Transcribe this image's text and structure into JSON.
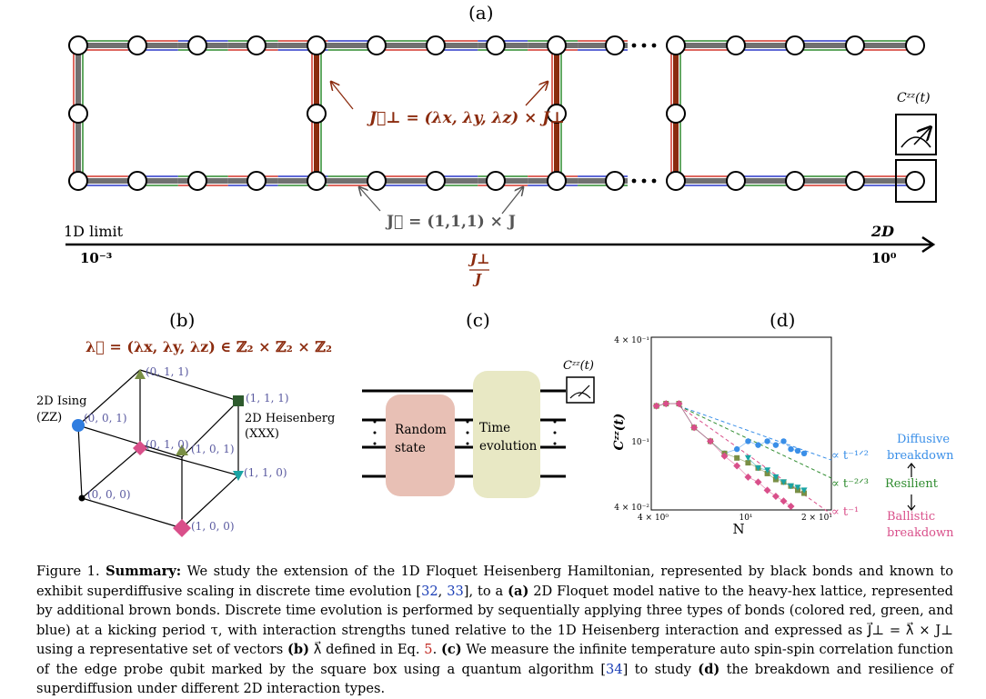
{
  "panel_a": {
    "label": "(a)",
    "j_perp_eq": "J⃗⊥ = (λx, λy, λz) × J⊥",
    "j_eq": "J⃗ = (1,1,1) × J",
    "axis_left_title": "1D limit",
    "axis_left_value": "10⁻³",
    "axis_right_title": "2D",
    "axis_right_value": "10⁰",
    "axis_ratio_num": "J⊥",
    "axis_ratio_den": "J",
    "probe_label": "Cᶻᶻ(t)"
  },
  "panel_b": {
    "label": "(b)",
    "lambda_eq": "λ⃗ = (λx, λy, λz) ∈ ℤ₂ × ℤ₂ × ℤ₂",
    "ising_label_1": "2D Ising",
    "ising_label_2": "(ZZ)",
    "heis_label_1": "2D Heisenberg",
    "heis_label_2": "(XXX)",
    "vertices": {
      "v011": "(0, 1, 1)",
      "v111": "(1, 1, 1)",
      "v001": "(0, 0, 1)",
      "v010": "(0, 1, 0)",
      "v101": "(1, 0, 1)",
      "v110": "(1, 1, 0)",
      "v000": "(0, 0, 0)",
      "v100": "(1, 0, 0)"
    }
  },
  "panel_c": {
    "label": "(c)",
    "random_state_1": "Random",
    "random_state_2": "state",
    "time_evolution_1": "Time",
    "time_evolution_2": "evolution",
    "meter_label": "Cᶻᶻ(t)"
  },
  "panel_d": {
    "label": "(d)",
    "ylabel": "Cᶻᶻ(t)",
    "xlabel": "N",
    "ytick_top": "4 × 10⁻¹",
    "ytick_mid": "10⁻¹",
    "ytick_bot": "4 × 10⁻²",
    "xtick_1": "4 × 10⁰",
    "xtick_2": "10¹",
    "xtick_3": "2 × 10¹",
    "fit_1": "∝ t⁻¹ᐟ²",
    "fit_2": "∝ t⁻²ᐟ³",
    "fit_3": "∝ t⁻¹",
    "diffusive_1": "Diffusive",
    "diffusive_2": "breakdown",
    "resilient": "Resilient",
    "ballistic_1": "Ballistic",
    "ballistic_2": "breakdown",
    "colors": {
      "diffusive": "#3a8fe8",
      "resilient": "#2e8b2e",
      "ballistic": "#d94f8a",
      "green_marker": "#7a8f45",
      "teal_marker": "#1aa3a3"
    }
  },
  "caption": {
    "fig": "Figure 1.",
    "bold_title": "Summary:",
    "t1": "We study the extension of the 1D Floquet Heisenberg Hamiltonian, represented by black bonds and known to exhibit superdiffusive scaling in discrete time evolution [",
    "c1": "32",
    "t2": ", ",
    "c2": "33",
    "t3": "], to a ",
    "ba": "(a)",
    "t4": " 2D Floquet model native to the heavy-hex lattice, represented by additional brown bonds. Discrete time evolution is performed by sequentially applying three types of bonds (colored red, green, and blue) at a kicking period τ, with interaction strengths tuned relative to the 1D Heisenberg interaction and expressed as J⃗⊥ = λ⃗ × J⊥ using a representative set of vectors ",
    "bb": "(b)",
    "t5": " λ⃗ defined in Eq. ",
    "eq": "5",
    "t6": ". ",
    "bc": "(c)",
    "t7": " We measure the infinite temperature auto spin-spin correlation function of the edge probe qubit marked by the square box using a quantum algorithm [",
    "c3": "34",
    "t8": "] to study ",
    "bd": "(d)",
    "t9": " the breakdown and resilience of superdiffusion under different 2D interaction types."
  },
  "chart_data": {
    "type": "scatter",
    "xlabel": "N",
    "ylabel": "Cᶻᶻ(t)",
    "xscale": "log",
    "yscale": "log",
    "xlim": [
      4,
      22
    ],
    "ylim": [
      0.04,
      0.4
    ],
    "series": [
      {
        "name": "Diffusive breakdown",
        "color": "#3a8fe8",
        "marker": "circle",
        "x": [
          4.2,
          4.6,
          5.2,
          6,
          7,
          8,
          9,
          10,
          11,
          12,
          13,
          14,
          15,
          16,
          17
        ],
        "y": [
          0.16,
          0.165,
          0.165,
          0.12,
          0.1,
          0.085,
          0.09,
          0.1,
          0.095,
          0.1,
          0.095,
          0.1,
          0.09,
          0.088,
          0.085
        ]
      },
      {
        "name": "Resilient",
        "color": "#7a8f45",
        "marker": "square",
        "x": [
          4.2,
          4.6,
          5.2,
          6,
          7,
          8,
          9,
          10,
          11,
          12,
          13,
          14,
          15,
          16,
          17
        ],
        "y": [
          0.16,
          0.165,
          0.165,
          0.12,
          0.1,
          0.085,
          0.08,
          0.075,
          0.07,
          0.065,
          0.06,
          0.058,
          0.055,
          0.052,
          0.05
        ]
      },
      {
        "name": "Resilient (1,1,0)",
        "color": "#1aa3a3",
        "marker": "triangle-down",
        "x": [
          10,
          11,
          12,
          13,
          14,
          15,
          16,
          17
        ],
        "y": [
          0.08,
          0.07,
          0.068,
          0.062,
          0.058,
          0.055,
          0.054,
          0.052
        ]
      },
      {
        "name": "Ballistic breakdown",
        "color": "#d94f8a",
        "marker": "diamond",
        "x": [
          4.2,
          4.6,
          5.2,
          6,
          7,
          8,
          9,
          10,
          11,
          12,
          13,
          14,
          15
        ],
        "y": [
          0.16,
          0.165,
          0.165,
          0.12,
          0.1,
          0.082,
          0.072,
          0.062,
          0.058,
          0.052,
          0.048,
          0.045,
          0.042
        ]
      }
    ],
    "fits": [
      {
        "label": "∝ t⁻¹ᐟ²",
        "color": "#3a8fe8"
      },
      {
        "label": "∝ t⁻²ᐟ³",
        "color": "#2e8b2e"
      },
      {
        "label": "∝ t⁻¹",
        "color": "#d94f8a"
      }
    ]
  }
}
